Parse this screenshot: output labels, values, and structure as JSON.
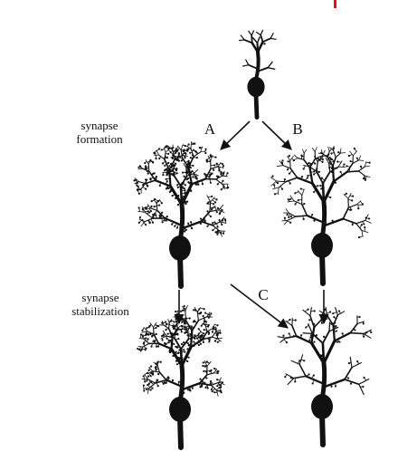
{
  "labels": {
    "formation": [
      "synapse",
      "formation"
    ],
    "stabilization": [
      "synapse",
      "stabilization"
    ],
    "path_a": "A",
    "path_b": "B",
    "path_c": "C"
  },
  "colors": {
    "ink": "#111111",
    "accent_mark": "#e01010",
    "background": "#ffffff"
  },
  "neurons": [
    {
      "id": "initial",
      "dendrite_spines": "few",
      "stage": "before formation"
    },
    {
      "id": "a-formed",
      "dendrite_spines": "dense",
      "stage": "after formation"
    },
    {
      "id": "b-formed",
      "dendrite_spines": "sparse",
      "stage": "after formation"
    },
    {
      "id": "a-stabilized",
      "dendrite_spines": "dense",
      "stage": "after stabilization"
    },
    {
      "id": "c-stabilized",
      "dendrite_spines": "sparse",
      "stage": "after stabilization"
    }
  ]
}
